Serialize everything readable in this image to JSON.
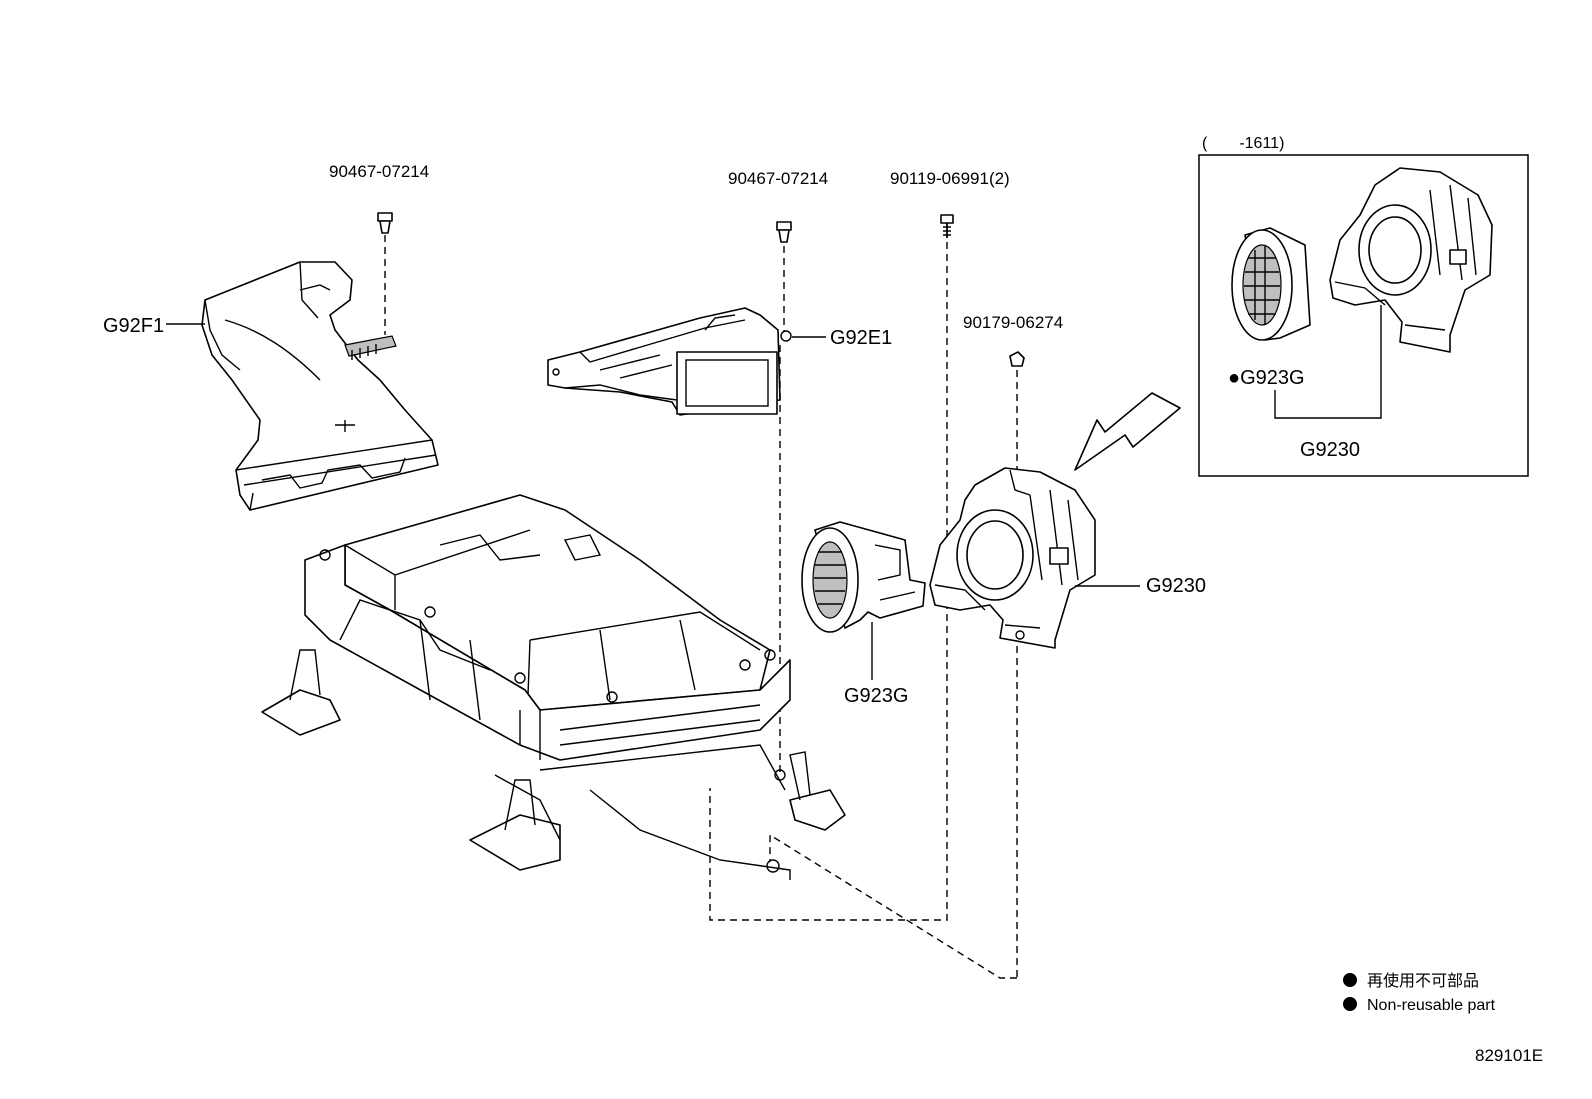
{
  "labels": {
    "clip_top_left": "90467-07214",
    "clip_top_center": "90467-07214",
    "screw": "90119-06991(2)",
    "nut": "90179-06274",
    "duct_left": "G92F1",
    "duct_center": "G92E1",
    "filter": "G923G",
    "blower": "G9230"
  },
  "inset": {
    "range": "(　　-1611)",
    "filter_label": "●G923G",
    "blower_label": "G9230"
  },
  "legend": {
    "line1": "再使用不可部品",
    "line2": "Non-reusable part"
  },
  "illustration_code": "829101E"
}
